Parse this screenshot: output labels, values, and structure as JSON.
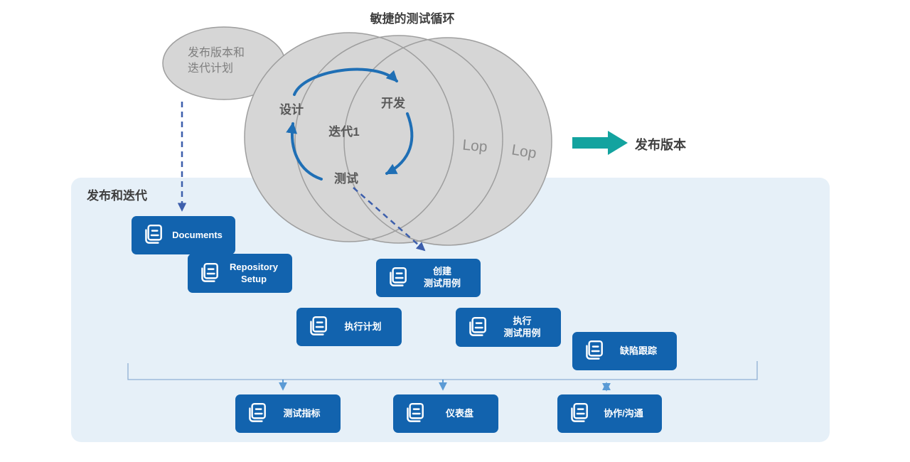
{
  "title": "敏捷的测试循环",
  "planning_ellipse": {
    "lines": [
      "发布版本和",
      "迭代计划"
    ]
  },
  "iteration_cycle": {
    "label": "迭代1",
    "steps": {
      "design": "设计",
      "develop": "开发",
      "test": "测试"
    }
  },
  "loop_labels": [
    "Lop",
    "Lop"
  ],
  "release": {
    "label": "发布版本"
  },
  "panel": {
    "title": "发布和迭代"
  },
  "boxes": [
    {
      "id": "documents",
      "lines": [
        "Documents"
      ]
    },
    {
      "id": "repository-setup",
      "lines": [
        "Repository",
        "Setup"
      ]
    },
    {
      "id": "create-test-cases",
      "lines": [
        "创建",
        "测试用例"
      ]
    },
    {
      "id": "execution-plan",
      "lines": [
        "执行计划"
      ]
    },
    {
      "id": "execute-test-cases",
      "lines": [
        "执行",
        "测试用例"
      ]
    },
    {
      "id": "defect-tracking",
      "lines": [
        "缺陷跟踪"
      ]
    },
    {
      "id": "test-metrics",
      "lines": [
        "测试指标"
      ]
    },
    {
      "id": "dashboard",
      "lines": [
        "仪表盘"
      ]
    },
    {
      "id": "collaboration",
      "lines": [
        "协作/沟通"
      ]
    }
  ],
  "colors": {
    "box-blue": "#1263ae",
    "panel-bg": "#e6f0f8",
    "circle-fill": "#d6d6d6",
    "circle-stroke": "#9e9e9e",
    "arrow-blue": "#1f6fb5",
    "dashed-blue": "#3d5fac",
    "teal": "#13a39f",
    "bracket": "#90afd4",
    "connector-blue": "#5b9bd5",
    "text-dark": "#3f3f3f",
    "text-gray": "#7f7f7f",
    "cycle-text": "#595959",
    "lop-text": "#8c8c8c"
  }
}
